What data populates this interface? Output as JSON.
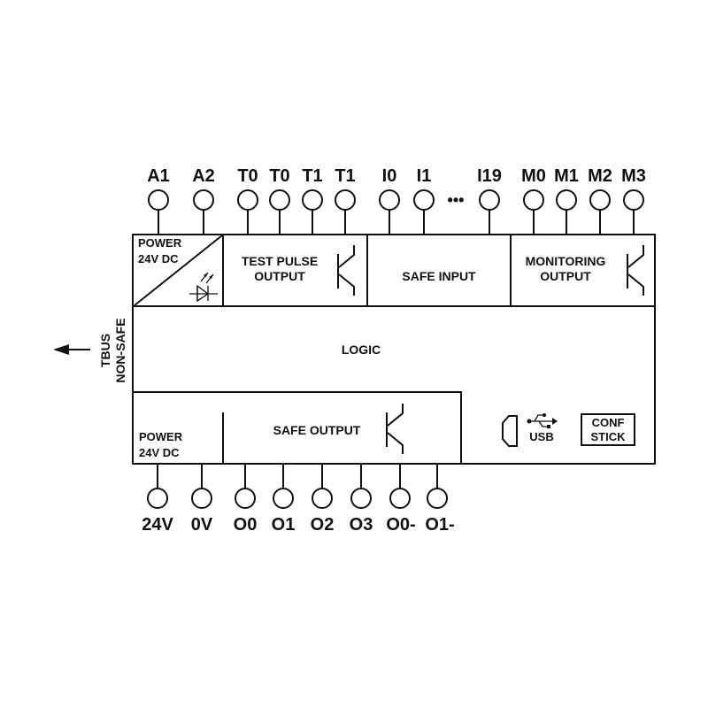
{
  "top_terminals": [
    "A1",
    "A2",
    "T0",
    "T0",
    "T1",
    "T1",
    "I0",
    "I1",
    "I19",
    "M0",
    "M1",
    "M2",
    "M3"
  ],
  "bottom_terminals": [
    "24V",
    "0V",
    "O0",
    "O1",
    "O2",
    "O3",
    "O0-",
    "O1-"
  ],
  "blocks": {
    "power_top": [
      "POWER",
      "24V DC"
    ],
    "test_pulse": [
      "TEST PULSE",
      "OUTPUT"
    ],
    "safe_input": "SAFE INPUT",
    "monitoring": [
      "MONITORING",
      "OUTPUT"
    ],
    "logic": "LOGIC",
    "power_bottom": [
      "POWER",
      "24V DC"
    ],
    "safe_output": "SAFE OUTPUT",
    "usb": "USB",
    "conf_stick": [
      "CONF",
      "STICK"
    ]
  },
  "tbus": [
    "TBUS",
    "NON-SAFE"
  ],
  "ellipsis": "•••"
}
